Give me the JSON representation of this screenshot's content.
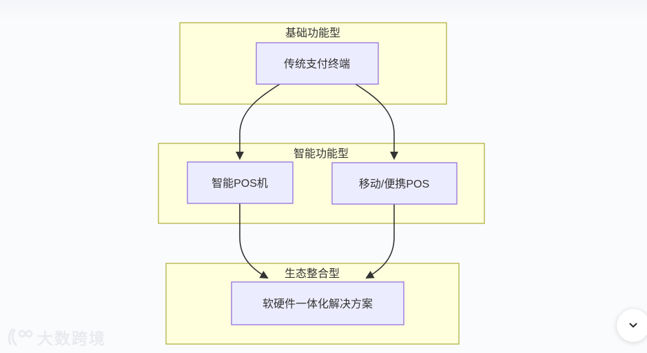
{
  "diagram": {
    "clusters": [
      {
        "label": "基础功能型"
      },
      {
        "label": "智能功能型"
      },
      {
        "label": "生态整合型"
      }
    ],
    "nodes": [
      {
        "label": "传统支付终端"
      },
      {
        "label": "智能POS机"
      },
      {
        "label": "移动/便携POS"
      },
      {
        "label": "软硬件一体化解决方案"
      }
    ],
    "edges": [
      {
        "from": "传统支付终端",
        "to": "智能POS机"
      },
      {
        "from": "传统支付终端",
        "to": "移动/便携POS"
      },
      {
        "from": "智能POS机",
        "to": "软硬件一体化解决方案"
      },
      {
        "from": "移动/便携POS",
        "to": "软硬件一体化解决方案"
      }
    ],
    "colors": {
      "cluster_fill": "#ffffde",
      "cluster_stroke": "#aaaa33",
      "node_fill": "#ececff",
      "node_stroke": "#9370db",
      "text": "#333333",
      "edge_stroke": "#333333"
    }
  },
  "watermark": {
    "logo_icon": "10100-logo",
    "text": "大数跨境"
  },
  "controls": {
    "scroll_down_icon": "chevron-down"
  }
}
